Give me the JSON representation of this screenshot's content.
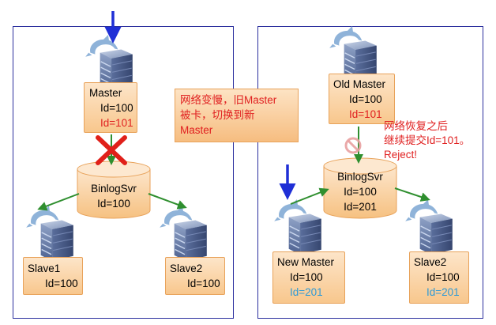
{
  "left": {
    "master": {
      "name": "Master",
      "id_line": "Id=100",
      "pending_line": "Id=101"
    },
    "binlog": {
      "name": "BinlogSvr",
      "id_line": "Id=100"
    },
    "slave1": {
      "name": "Slave1",
      "id_line": "Id=100"
    },
    "slave2": {
      "name": "Slave2",
      "id_line": "Id=100"
    }
  },
  "note": {
    "lines": [
      "网络变慢，旧Master",
      "被卡，切换到新",
      "Master"
    ]
  },
  "right": {
    "old_master": {
      "name": "Old Master",
      "id_line": "Id=100",
      "pending_line": "Id=101"
    },
    "reject_note": {
      "lines": [
        "网络恢复之后",
        "继续提交Id=101。",
        "Reject!"
      ]
    },
    "binlog": {
      "name": "BinlogSvr",
      "id_line": "Id=100",
      "new_line": "Id=201"
    },
    "new_master": {
      "name": "New Master",
      "id_line": "Id=100",
      "new_line": "Id=201"
    },
    "slave2": {
      "name": "Slave2",
      "id_line": "Id=100",
      "new_line": "Id=201"
    }
  },
  "colors": {
    "panel_border": "#2b2f9e",
    "box_fill": "#f8c78d",
    "pending_red": "#e02020",
    "new_id_blue": "#2e9ad6",
    "arrow_green": "#2f8f2f",
    "arrow_blue": "#1f2fd6"
  },
  "icons": [
    "mysql-dolphin-icon",
    "server-stack-icon",
    "red-x-icon",
    "prohibited-icon",
    "down-arrow-icon"
  ]
}
